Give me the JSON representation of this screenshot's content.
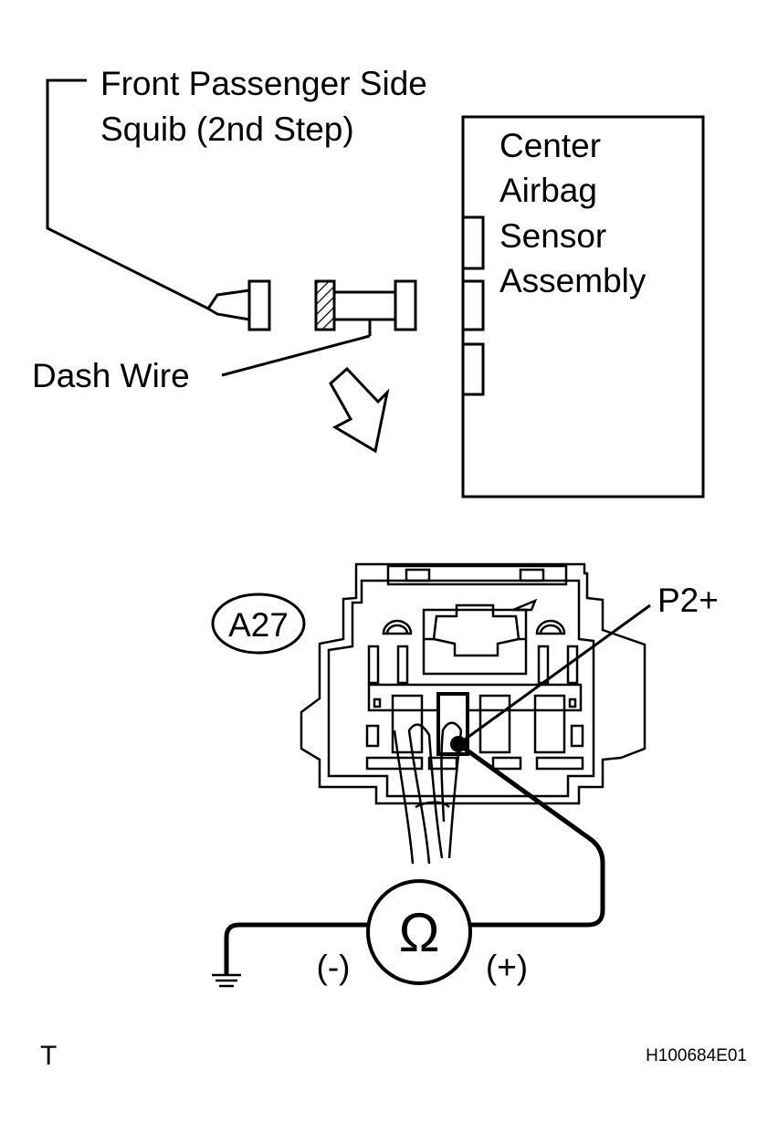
{
  "labels": {
    "squib_line1": "Front Passenger Side",
    "squib_line2": "Squib (2nd Step)",
    "sensor_line1": "Center",
    "sensor_line2": "Airbag",
    "sensor_line3": "Sensor",
    "sensor_line4": "Assembly",
    "dash_wire": "Dash Wire",
    "connector_id": "A27",
    "terminal": "P2+",
    "meter_symbol": "Ω",
    "negative": "(-)",
    "positive": "(+)",
    "corner_mark": "T",
    "figure_code": "H100684E01"
  },
  "icons": {
    "meter": "ohmmeter-icon",
    "ground": "ground-icon",
    "arrow": "arrow-down-right-icon"
  }
}
